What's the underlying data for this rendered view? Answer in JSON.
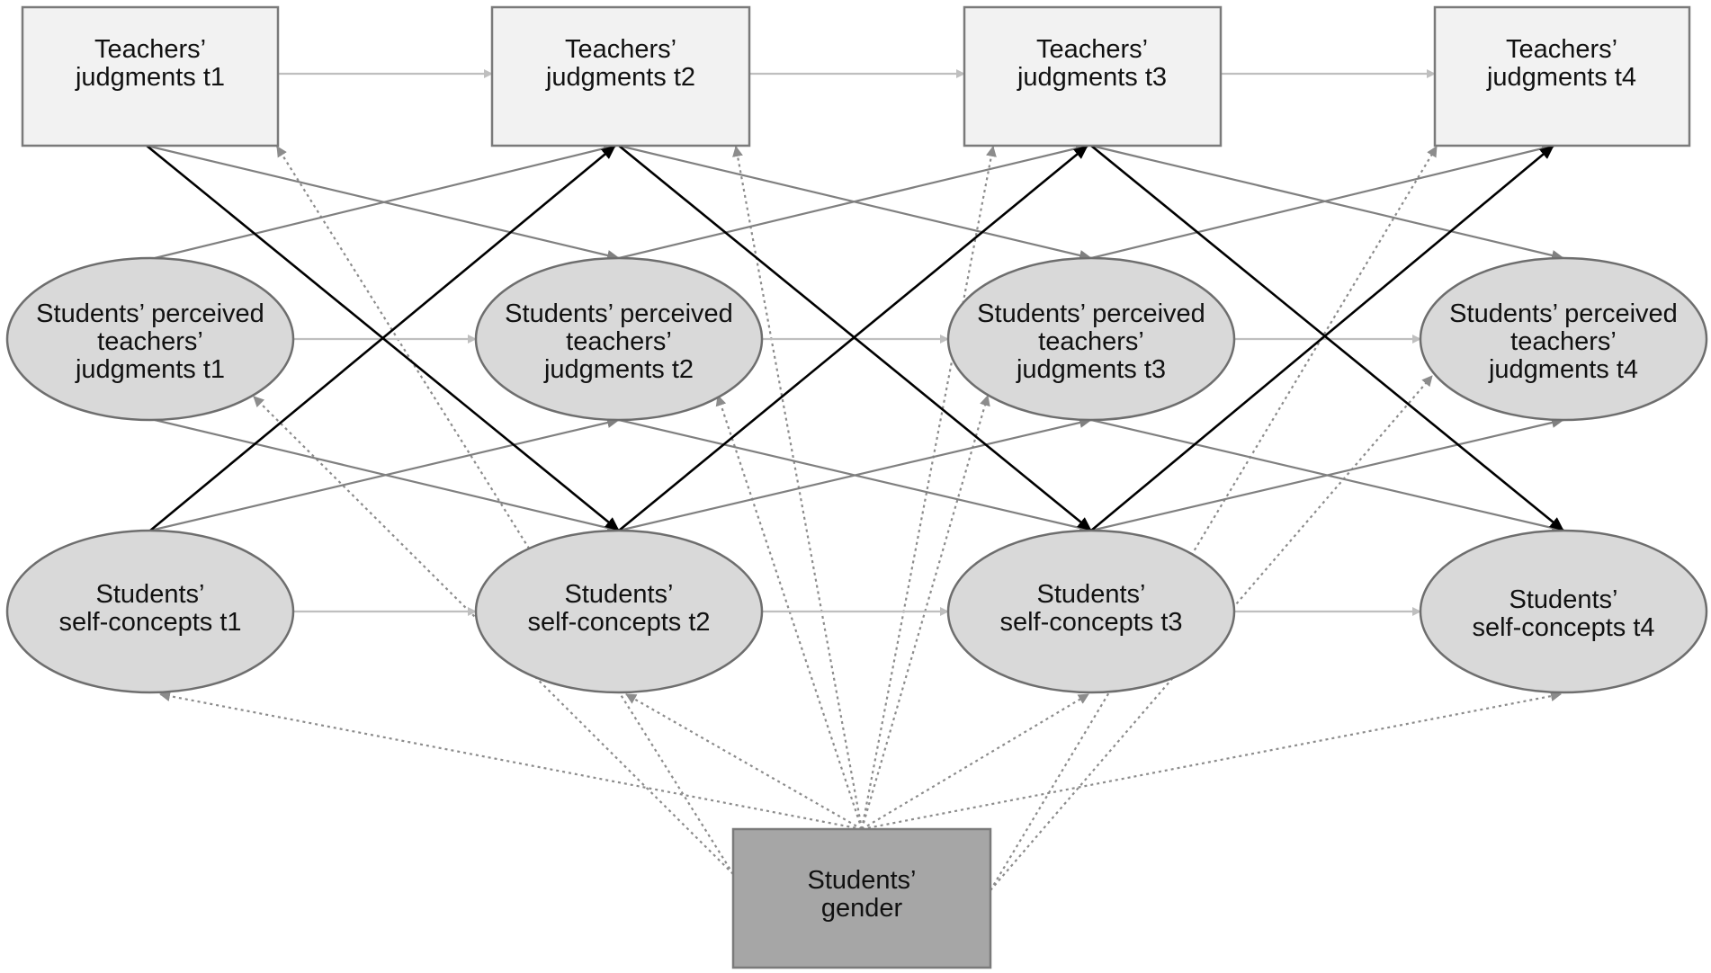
{
  "nodes": {
    "tj1": {
      "lines": [
        "Teachers’",
        "judgments t1"
      ]
    },
    "tj2": {
      "lines": [
        "Teachers’",
        "judgments t2"
      ]
    },
    "tj3": {
      "lines": [
        "Teachers’",
        "judgments t3"
      ]
    },
    "tj4": {
      "lines": [
        "Teachers’",
        "judgments t4"
      ]
    },
    "pj1": {
      "lines": [
        "Students’ perceived",
        "teachers’",
        "judgments t1"
      ]
    },
    "pj2": {
      "lines": [
        "Students’ perceived",
        "teachers’",
        "judgments t2"
      ]
    },
    "pj3": {
      "lines": [
        "Students’ perceived",
        "teachers’",
        "judgments t3"
      ]
    },
    "pj4": {
      "lines": [
        "Students’ perceived",
        "teachers’",
        "judgments t4"
      ]
    },
    "sc1": {
      "lines": [
        "Students’",
        "self-concepts t1"
      ]
    },
    "sc2": {
      "lines": [
        "Students’",
        "self-concepts t2"
      ]
    },
    "sc3": {
      "lines": [
        "Students’",
        "self-concepts t3"
      ]
    },
    "sc4": {
      "lines": [
        "Students’",
        "self-concepts t4"
      ]
    },
    "gender": {
      "lines": [
        "Students’",
        "gender"
      ]
    }
  },
  "edges": [
    {
      "from": "tj1",
      "to": "tj2",
      "kind": "autoregressive"
    },
    {
      "from": "tj2",
      "to": "tj3",
      "kind": "autoregressive"
    },
    {
      "from": "tj3",
      "to": "tj4",
      "kind": "autoregressive"
    },
    {
      "from": "pj1",
      "to": "pj2",
      "kind": "autoregressive"
    },
    {
      "from": "pj2",
      "to": "pj3",
      "kind": "autoregressive"
    },
    {
      "from": "pj3",
      "to": "pj4",
      "kind": "autoregressive"
    },
    {
      "from": "sc1",
      "to": "sc2",
      "kind": "autoregressive"
    },
    {
      "from": "sc2",
      "to": "sc3",
      "kind": "autoregressive"
    },
    {
      "from": "sc3",
      "to": "sc4",
      "kind": "autoregressive"
    },
    {
      "from": "tj1",
      "to": "sc2",
      "kind": "cross-strong"
    },
    {
      "from": "tj2",
      "to": "sc3",
      "kind": "cross-strong"
    },
    {
      "from": "tj3",
      "to": "sc4",
      "kind": "cross-strong"
    },
    {
      "from": "sc1",
      "to": "tj2",
      "kind": "cross-strong"
    },
    {
      "from": "sc2",
      "to": "tj3",
      "kind": "cross-strong"
    },
    {
      "from": "sc3",
      "to": "tj4",
      "kind": "cross-strong"
    },
    {
      "from": "tj1",
      "to": "pj2",
      "kind": "cross"
    },
    {
      "from": "tj2",
      "to": "pj3",
      "kind": "cross"
    },
    {
      "from": "tj3",
      "to": "pj4",
      "kind": "cross"
    },
    {
      "from": "pj1",
      "to": "tj2",
      "kind": "cross"
    },
    {
      "from": "pj2",
      "to": "tj3",
      "kind": "cross"
    },
    {
      "from": "pj3",
      "to": "tj4",
      "kind": "cross"
    },
    {
      "from": "pj1",
      "to": "sc2",
      "kind": "cross"
    },
    {
      "from": "pj2",
      "to": "sc3",
      "kind": "cross"
    },
    {
      "from": "pj3",
      "to": "sc4",
      "kind": "cross"
    },
    {
      "from": "sc1",
      "to": "pj2",
      "kind": "cross"
    },
    {
      "from": "sc2",
      "to": "pj3",
      "kind": "cross"
    },
    {
      "from": "sc3",
      "to": "pj4",
      "kind": "cross"
    },
    {
      "from": "gender",
      "to": "tj1",
      "kind": "covariate"
    },
    {
      "from": "gender",
      "to": "tj2",
      "kind": "covariate"
    },
    {
      "from": "gender",
      "to": "tj3",
      "kind": "covariate"
    },
    {
      "from": "gender",
      "to": "tj4",
      "kind": "covariate"
    },
    {
      "from": "gender",
      "to": "pj1",
      "kind": "covariate"
    },
    {
      "from": "gender",
      "to": "pj2",
      "kind": "covariate"
    },
    {
      "from": "gender",
      "to": "pj3",
      "kind": "covariate"
    },
    {
      "from": "gender",
      "to": "pj4",
      "kind": "covariate"
    },
    {
      "from": "gender",
      "to": "sc1",
      "kind": "covariate"
    },
    {
      "from": "gender",
      "to": "sc2",
      "kind": "covariate"
    },
    {
      "from": "gender",
      "to": "sc3",
      "kind": "covariate"
    },
    {
      "from": "gender",
      "to": "sc4",
      "kind": "covariate"
    }
  ],
  "colors": {
    "teacher_fill": "#f2f2f2",
    "student_fill": "#d9d9d9",
    "gender_fill": "#a6a6a6",
    "autoregressive": "#bfbfbf",
    "cross_strong": "#000000",
    "cross": "#808080",
    "covariate": "#8c8c8c"
  }
}
